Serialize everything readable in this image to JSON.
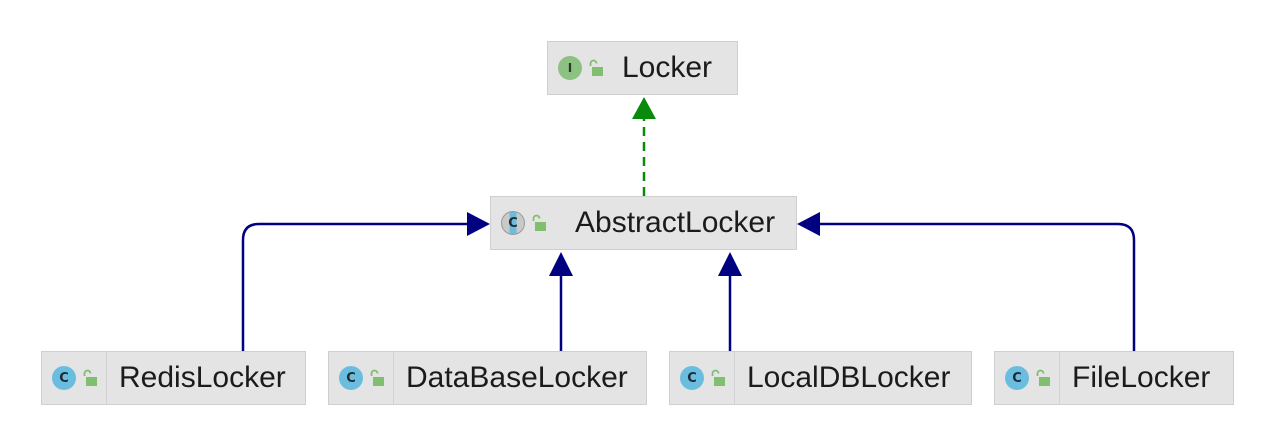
{
  "diagram": {
    "nodes": [
      {
        "id": "locker",
        "label": "Locker",
        "kind": "interface",
        "badge": "I",
        "icon": "unlocked-padlock-icon"
      },
      {
        "id": "abstract",
        "label": "AbstractLocker",
        "kind": "abstract-class",
        "badge": "C",
        "icon": "unlocked-padlock-icon"
      },
      {
        "id": "redis",
        "label": "RedisLocker",
        "kind": "class",
        "badge": "C",
        "icon": "unlocked-padlock-icon"
      },
      {
        "id": "database",
        "label": "DataBaseLocker",
        "kind": "class",
        "badge": "C",
        "icon": "unlocked-padlock-icon"
      },
      {
        "id": "localdb",
        "label": "LocalDBLocker",
        "kind": "class",
        "badge": "C",
        "icon": "unlocked-padlock-icon"
      },
      {
        "id": "file",
        "label": "FileLocker",
        "kind": "class",
        "badge": "C",
        "icon": "unlocked-padlock-icon"
      }
    ],
    "edges": [
      {
        "from": "abstract",
        "to": "locker",
        "type": "implements"
      },
      {
        "from": "redis",
        "to": "abstract",
        "type": "extends"
      },
      {
        "from": "database",
        "to": "abstract",
        "type": "extends"
      },
      {
        "from": "localdb",
        "to": "abstract",
        "type": "extends"
      },
      {
        "from": "file",
        "to": "abstract",
        "type": "extends"
      }
    ],
    "colors": {
      "implements": "#0a8a0a",
      "extends": "#000080",
      "node_fill": "#e4e4e4",
      "interface_badge": "#8cc183",
      "class_badge": "#6bbde0",
      "lock": "#7fbf6f"
    }
  }
}
